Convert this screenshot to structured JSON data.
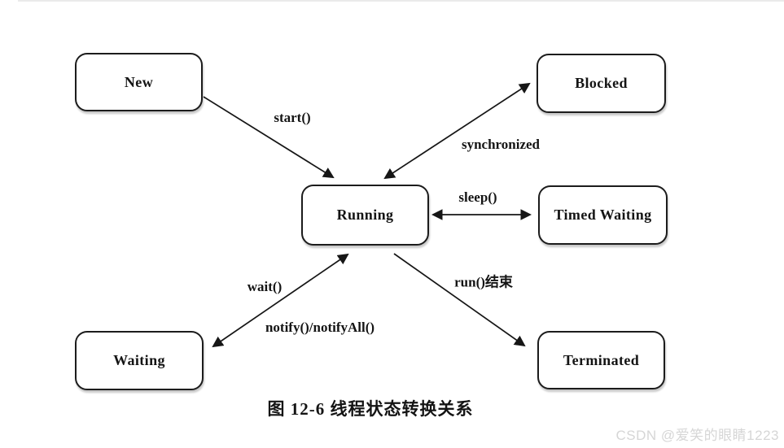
{
  "page": {
    "caption": "图 12-6  线程状态转换关系",
    "watermark": "CSDN @爱笑的眼睛1223",
    "ink_color": "#161616",
    "watermark_color": "#d6d6d6"
  },
  "nodes": [
    {
      "id": "new",
      "label": "New"
    },
    {
      "id": "blocked",
      "label": "Blocked"
    },
    {
      "id": "running",
      "label": "Running"
    },
    {
      "id": "timed_waiting",
      "label": "Timed Waiting"
    },
    {
      "id": "waiting",
      "label": "Waiting"
    },
    {
      "id": "terminated",
      "label": "Terminated"
    }
  ],
  "edges": [
    {
      "from": "New",
      "to": "Running",
      "type": "one-way",
      "label": "start()"
    },
    {
      "from": "Running",
      "to": "Blocked",
      "type": "two-way",
      "label": "synchronized"
    },
    {
      "from": "Running",
      "to": "Timed Waiting",
      "type": "two-way",
      "label": "sleep()"
    },
    {
      "from": "Running",
      "to": "Waiting",
      "type": "two-way",
      "label_forward": "wait()",
      "label_backward": "notify()/notifyAll()"
    },
    {
      "from": "Running",
      "to": "Terminated",
      "type": "one-way",
      "label": "run()结束"
    }
  ]
}
